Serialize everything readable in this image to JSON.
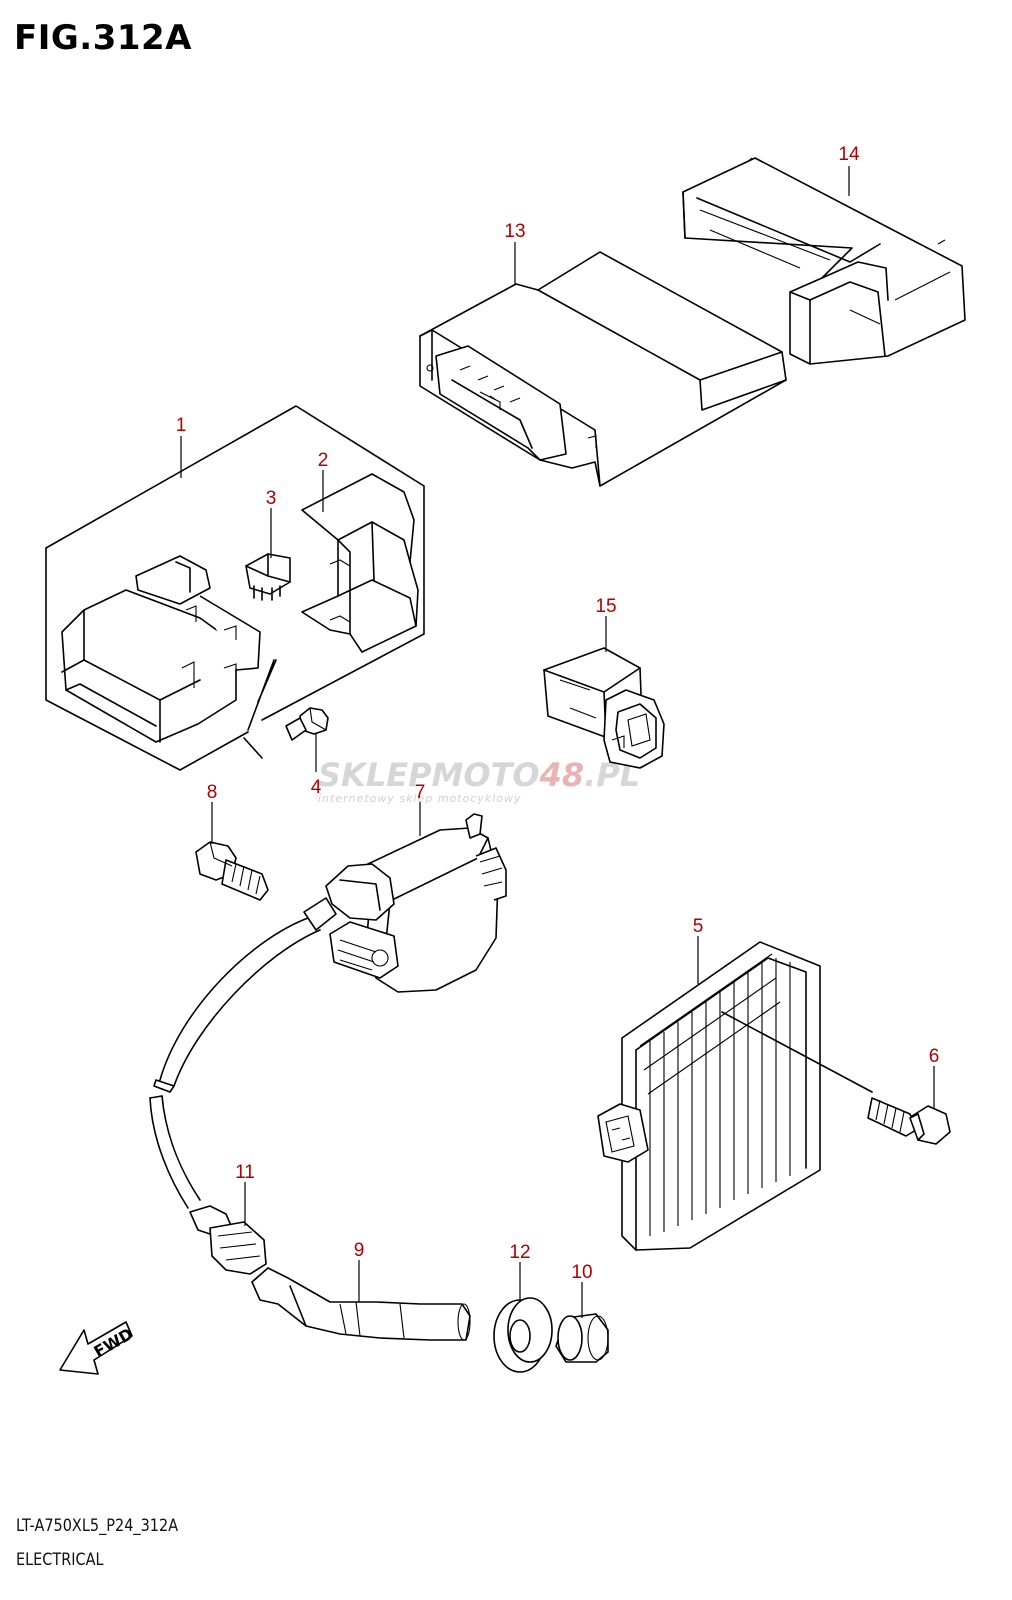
{
  "figure": {
    "title": "FIG.312A",
    "code": "LT-A750XL5_P24_312A",
    "section": "ELECTRICAL"
  },
  "callouts": [
    "1",
    "2",
    "3",
    "4",
    "5",
    "6",
    "7",
    "8",
    "9",
    "10",
    "11",
    "12",
    "13",
    "14",
    "15"
  ],
  "watermark": {
    "brand_part1": "SKLEPMOTO",
    "brand_part2": "48",
    "brand_part3": ".PL",
    "tagline": "internetowy sklep motocyklowy"
  },
  "fwd_label": "FWD",
  "colors": {
    "callout": "#b00000",
    "line": "#000000",
    "watermark": "#c9c9c9"
  }
}
